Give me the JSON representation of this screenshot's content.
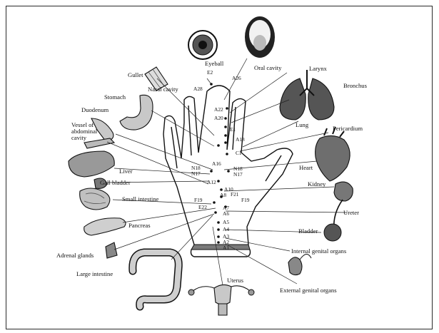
{
  "diagram": {
    "organ_labels": {
      "eyeball": "Eyeball",
      "oral_cavity": "Oral cavity",
      "larynx": "Larynx",
      "bronchus": "Bronchus",
      "gullet": "Gullet",
      "nasal_cavity": "Nasal cavity",
      "stomach": "Stomach",
      "duodenum": "Duodenum",
      "vessel_1": "Vessel of",
      "vessel_2": "abdominal",
      "vessel_3": "cavity",
      "lung": "Lung",
      "pericardium": "Pericardium",
      "liver": "Liver",
      "gall_bladder": "Gall bladder",
      "heart": "Heart",
      "kidney": "Kidney",
      "small_intestine": "Small intestine",
      "ureter": "Ureter",
      "pancreas": "Pancreas",
      "bladder": "Bladder",
      "adrenal_glands": "Adrenal glands",
      "internal_genital": "Internal genital organs",
      "large_intestine": "Large intestine",
      "uterus": "Uterus",
      "external_genital": "External genital organs"
    },
    "point_labels": {
      "E2": "E2",
      "A26": "A26",
      "A28": "A28",
      "A22": "A22",
      "A20": "A20",
      "E1": "E1",
      "A18": "A18",
      "C1": "C1",
      "A16": "A16",
      "N18a": "N18",
      "N17a": "N17",
      "N18b": "N18",
      "N17b": "N17",
      "A12": "A12",
      "A10": "A10",
      "A8": "A8",
      "F21": "F21",
      "F19a": "F19",
      "F19b": "F19",
      "E22": "E22",
      "A7": "A7",
      "A6": "A6",
      "A5": "A5",
      "A4": "A4",
      "A3": "A3",
      "A2": "A2",
      "A1": "A1"
    }
  }
}
